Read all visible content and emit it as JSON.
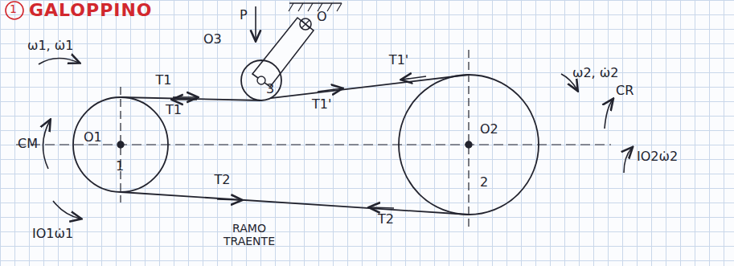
{
  "diagram": {
    "title": "GALOPPINO",
    "nodes": [
      {
        "text": [
          "O1",
          "1"
        ]
      },
      {
        "text": [
          "O2",
          "2"
        ]
      },
      {
        "text": [
          "O3",
          "3"
        ]
      }
    ],
    "edges": [
      {
        "from": 0,
        "to": 2,
        "arrow": "none",
        "label": "T1"
      },
      {
        "from": 2,
        "to": 1,
        "arrow": "none",
        "label": "T1'"
      },
      {
        "from": 0,
        "to": 1,
        "arrow": "none",
        "label": "T2"
      }
    ],
    "labels": [
      "1",
      "P",
      "O",
      "ω1, ω̇1",
      "CM",
      "IO1ω̇1",
      "T1",
      "T1'",
      "ω2, ω̇2",
      "CR",
      "IO2ω̇2",
      "T2",
      "RAMO TRAENTE"
    ]
  }
}
